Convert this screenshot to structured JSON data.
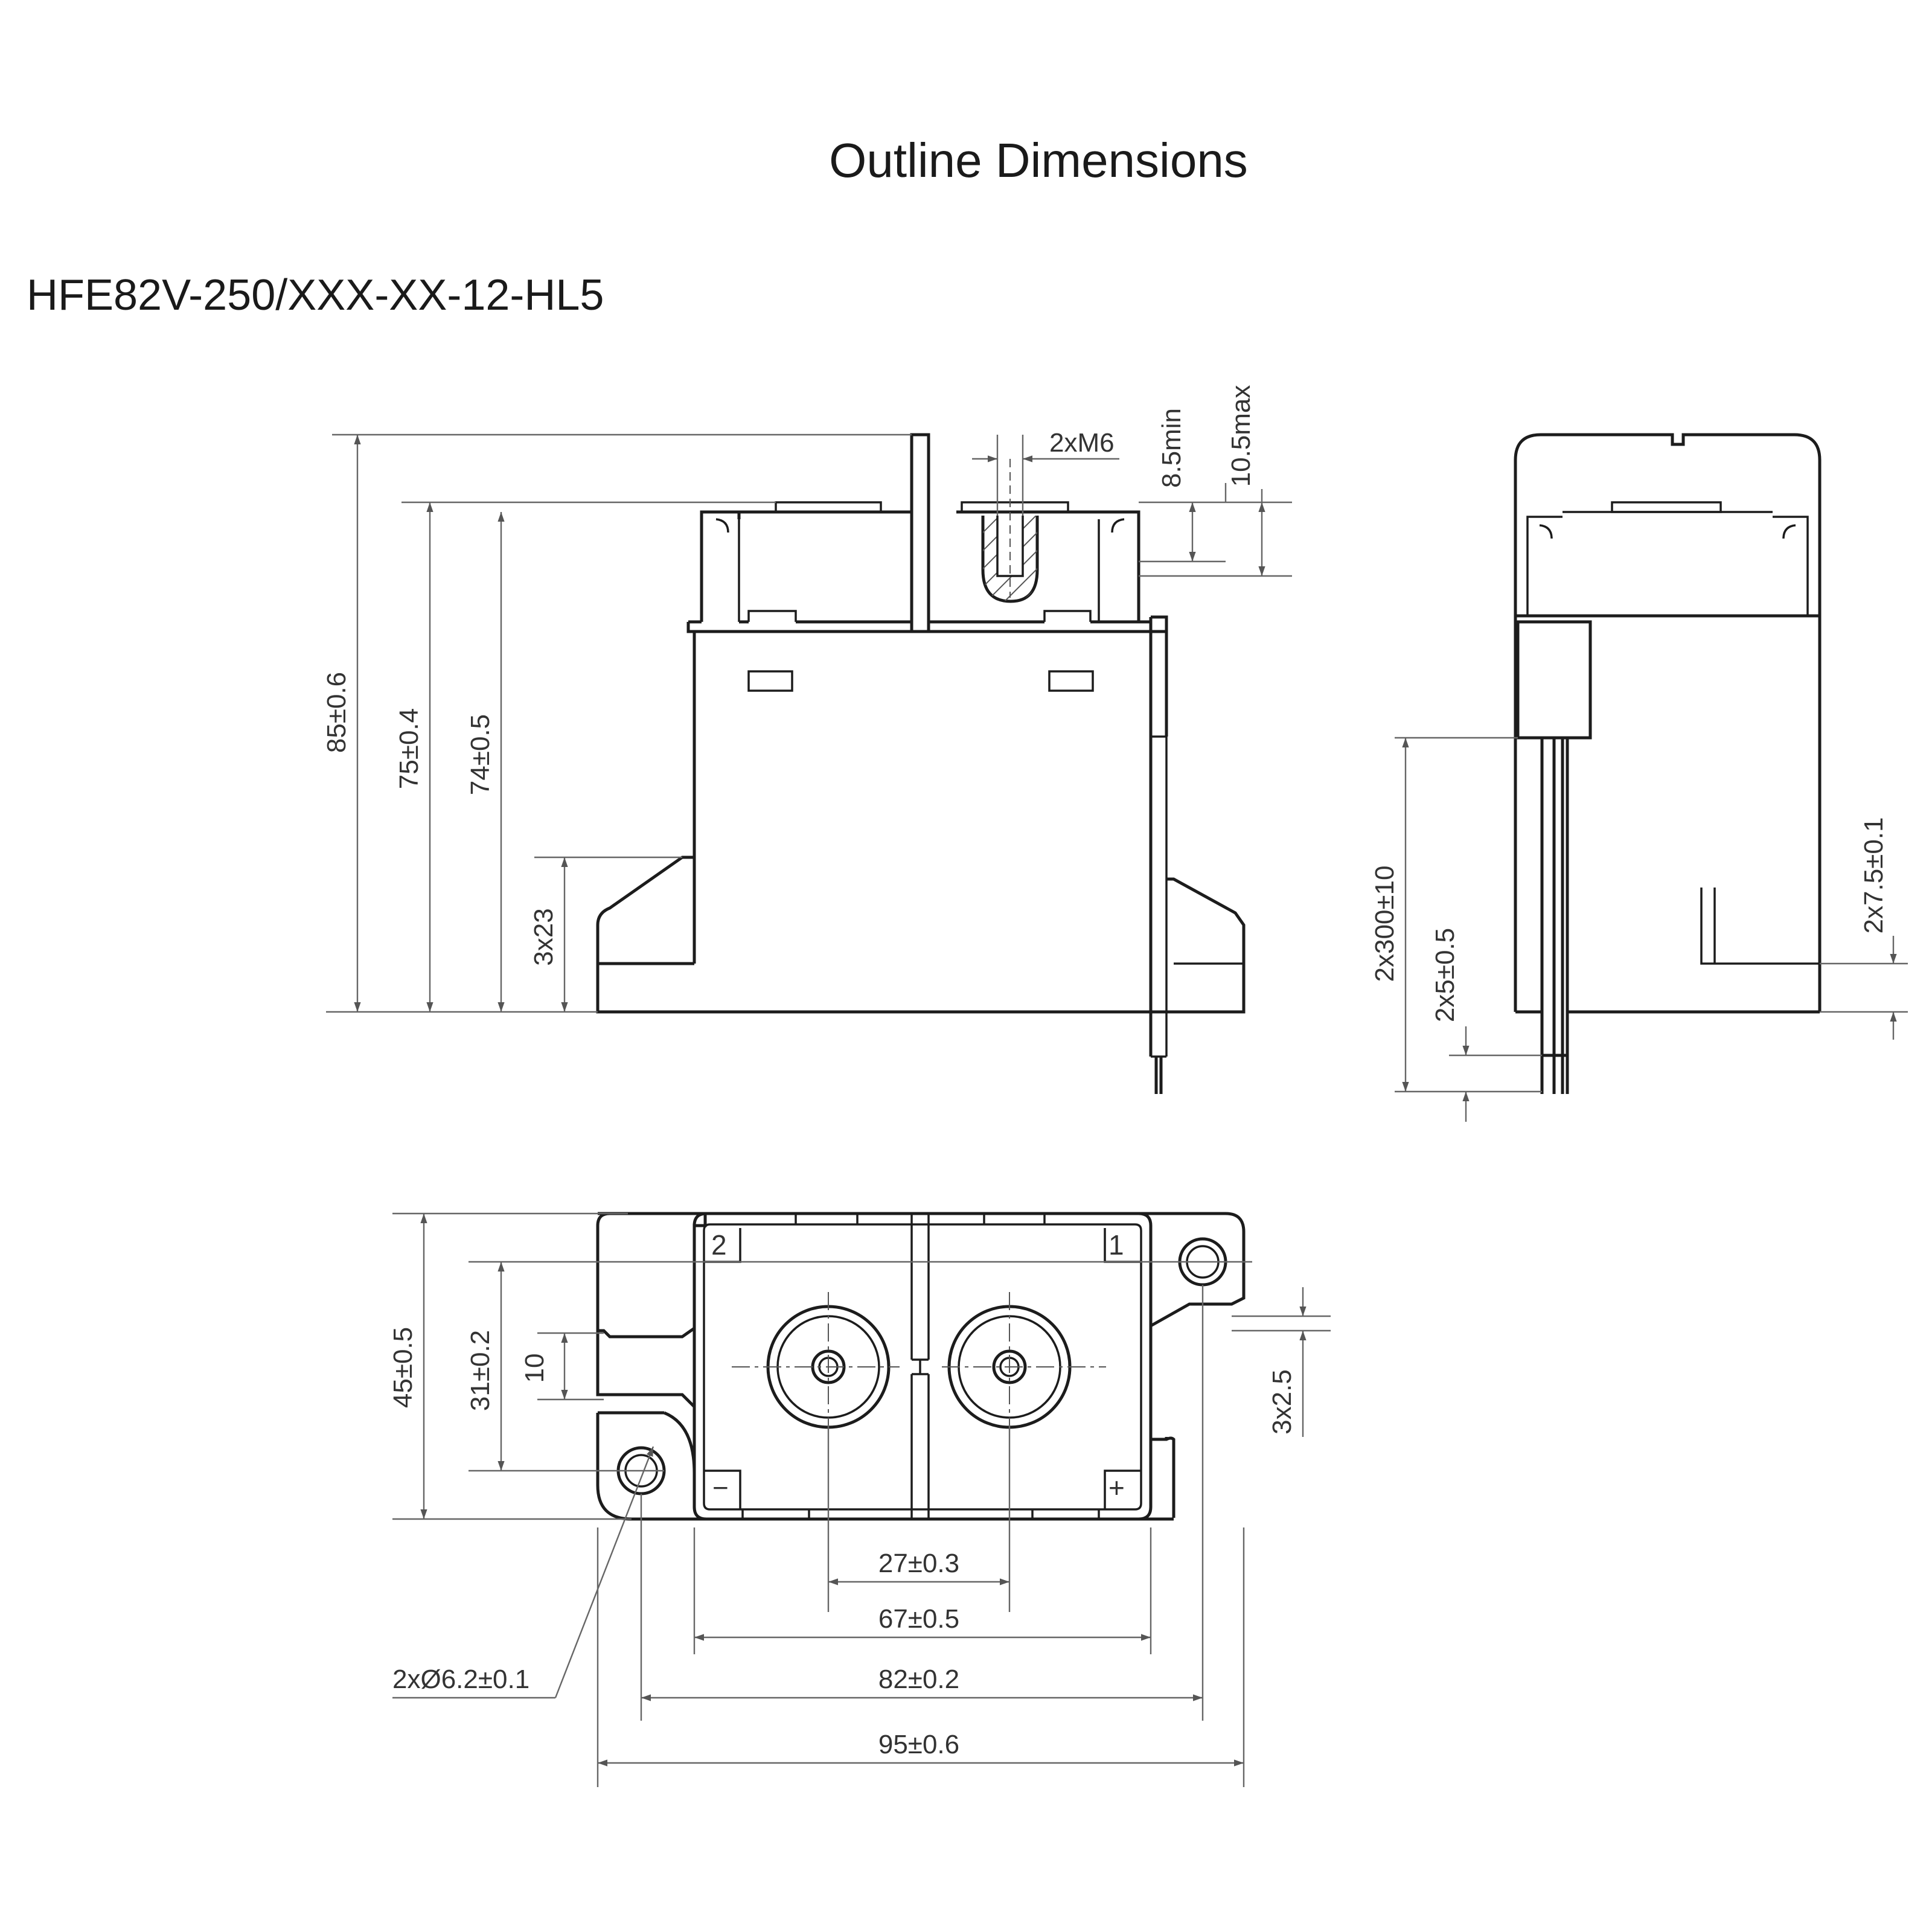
{
  "title": "Outline Dimensions",
  "model": "HFE82V-250/XXX-XX-12-HL5",
  "dimensions": {
    "front_view": {
      "thread": "2xM6",
      "thread_depth_min": "8.5min",
      "thread_depth_max": "10.5max",
      "height_total": "85±0.6",
      "height_top": "75±0.4",
      "height_body": "74±0.5",
      "flange_height": "3x23"
    },
    "side_view": {
      "lead_length": "2x300±10",
      "lead_strip": "2x5±0.5",
      "foot_height": "2x7.5±0.1"
    },
    "bottom_view": {
      "depth_total": "45±0.5",
      "hole_spacing_y": "31±0.2",
      "slot_width": "10",
      "flange_thickness": "3x2.5",
      "terminal_pitch": "27±0.3",
      "body_width": "67±0.5",
      "hole_spacing_x": "82±0.2",
      "width_total": "95±0.6",
      "hole_diameter": "2xØ6.2±0.1"
    },
    "terminal_marks": {
      "t2": "2",
      "t1": "1",
      "minus": "−",
      "plus": "+"
    }
  }
}
